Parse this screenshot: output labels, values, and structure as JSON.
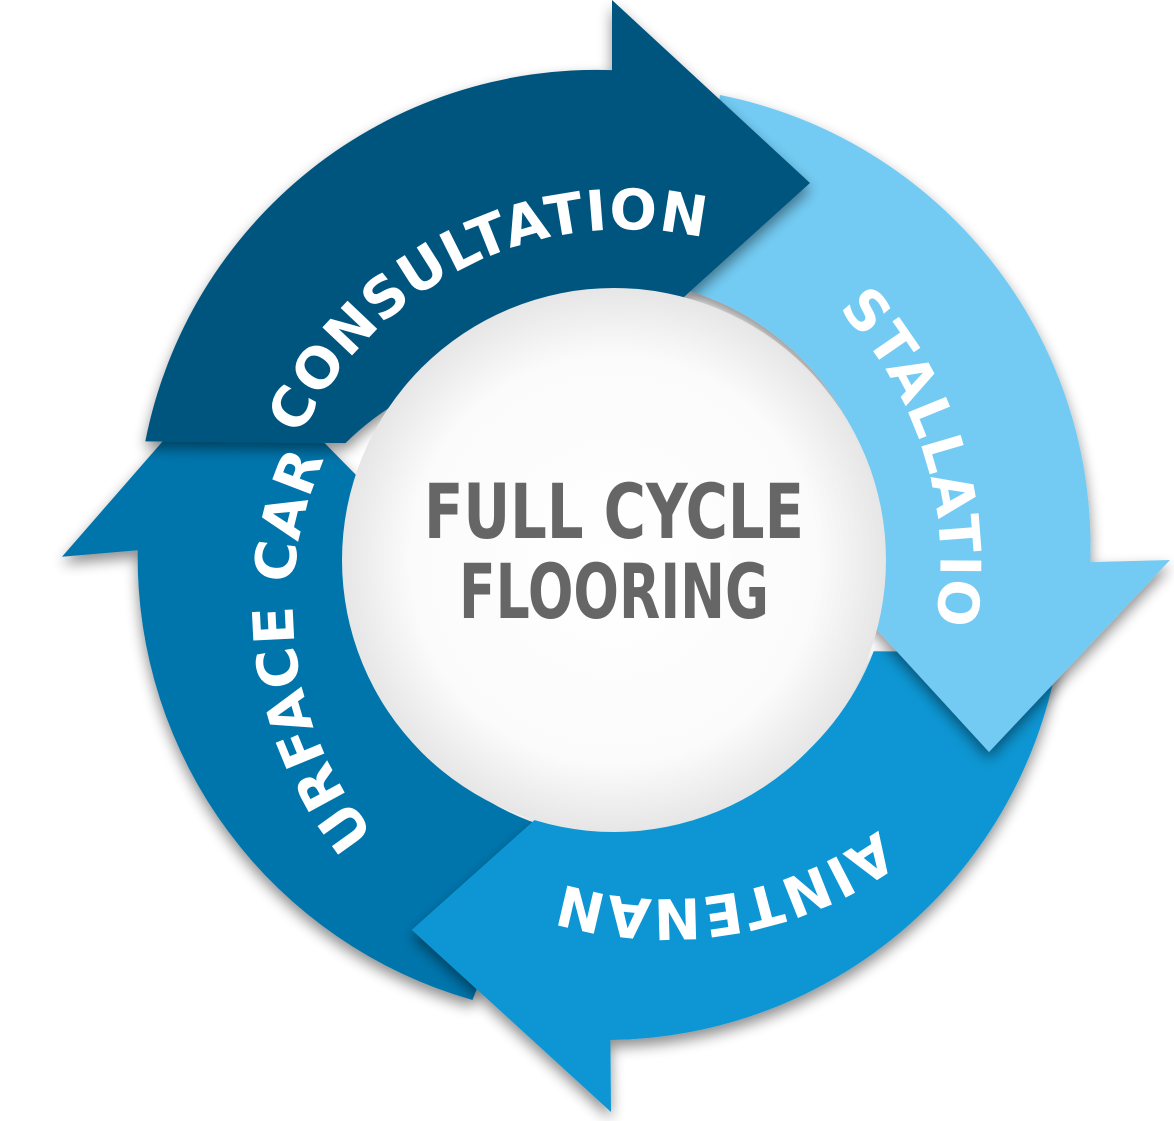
{
  "center": {
    "line1": "FULL CYCLE",
    "line2": "FLOORING"
  },
  "segments": [
    {
      "label": "CONSULTATION",
      "color": "#02557f"
    },
    {
      "label": "INSTALLATION",
      "color": "#73cbf3"
    },
    {
      "label": "MAINTENANCE",
      "color": "#1196d3"
    },
    {
      "label": "SURFACE CARE",
      "color": "#0474ac"
    }
  ],
  "colors": {
    "inner_circle": "#ffffff",
    "center_text": "#666666",
    "arc_text": "#ffffff"
  }
}
